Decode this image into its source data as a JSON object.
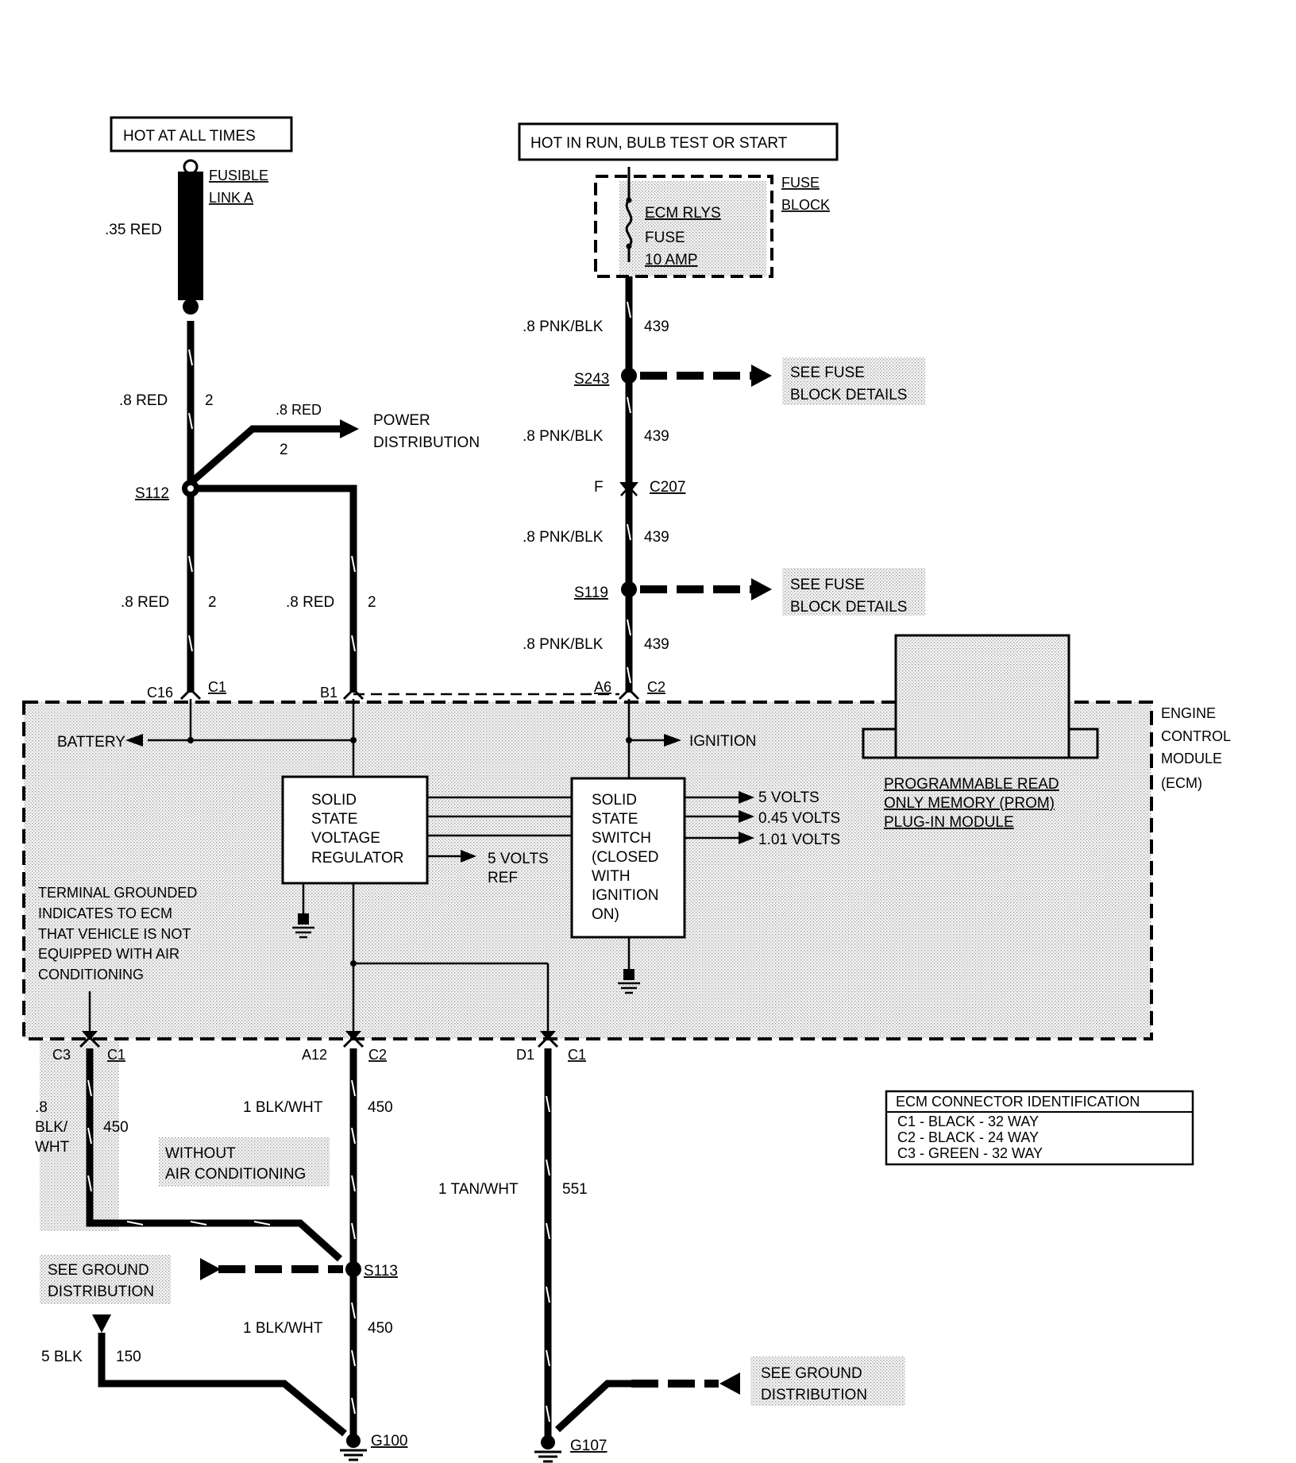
{
  "sources": {
    "hot_at_all_times": "HOT AT ALL TIMES",
    "hot_in_run": "HOT IN RUN, BULB TEST OR START"
  },
  "fusible_link": {
    "line1": "FUSIBLE",
    "line2": "LINK A",
    "wire": ".35 RED"
  },
  "fuse_block": {
    "line1": "FUSE",
    "line2": "BLOCK",
    "fuse_line1": "ECM RLYS",
    "fuse_line2": "FUSE",
    "fuse_line3": "10 AMP"
  },
  "wires": {
    "red_8": ".8 RED",
    "circuit_2": "2",
    "pnk_blk": ".8 PNK/BLK",
    "circuit_439": "439",
    "blk_wht_1": "1 BLK/WHT",
    "circuit_450": "450",
    "tan_wht": "1 TAN/WHT",
    "circuit_551": "551",
    "bw_line1": ".8",
    "bw_line2": "BLK/",
    "bw_line3": "WHT",
    "blk_5": "5 BLK",
    "circuit_150": "150"
  },
  "splices": {
    "s112": "S112",
    "s243": "S243",
    "s119": "S119",
    "s113": "S113"
  },
  "connectors": {
    "f": "F",
    "c207": "C207",
    "c16": "C16",
    "c1": "C1",
    "b1": "B1",
    "a6": "A6",
    "c2": "C2",
    "c3": "C3",
    "a12": "A12",
    "d1": "D1"
  },
  "power_distribution": {
    "line1": "POWER",
    "line2": "DISTRIBUTION"
  },
  "see_fuse_block": {
    "line1": "SEE FUSE",
    "line2": "BLOCK DETAILS"
  },
  "ecm": {
    "line1": "ENGINE",
    "line2": "CONTROL",
    "line3": "MODULE",
    "line4": "(ECM)",
    "battery": "BATTERY",
    "ignition": "IGNITION",
    "regulator": [
      "SOLID",
      "STATE",
      "VOLTAGE",
      "REGULATOR"
    ],
    "switch": [
      "SOLID",
      "STATE",
      "SWITCH",
      "(CLOSED",
      "WITH",
      "IGNITION",
      "ON)"
    ],
    "out_5v": "5 VOLTS",
    "out_045v": "0.45 VOLTS",
    "out_101v": "1.01 VOLTS",
    "ref_line1": "5 VOLTS",
    "ref_line2": "REF",
    "prom": [
      "PROGRAMMABLE READ",
      "ONLY MEMORY (PROM)",
      "PLUG-IN MODULE"
    ],
    "note": [
      "TERMINAL GROUNDED",
      "INDICATES TO ECM",
      "THAT VEHICLE IS NOT",
      "EQUIPPED WITH AIR",
      "CONDITIONING"
    ]
  },
  "without_ac": {
    "line1": "WITHOUT",
    "line2": "AIR CONDITIONING"
  },
  "see_ground": {
    "line1": "SEE GROUND",
    "line2": "DISTRIBUTION"
  },
  "grounds": {
    "g100": "G100",
    "g107": "G107"
  },
  "connector_id": {
    "title": "ECM CONNECTOR IDENTIFICATION",
    "rows": [
      "C1 - BLACK - 32 WAY",
      "C2 - BLACK - 24 WAY",
      "C3 - GREEN - 32 WAY"
    ]
  }
}
